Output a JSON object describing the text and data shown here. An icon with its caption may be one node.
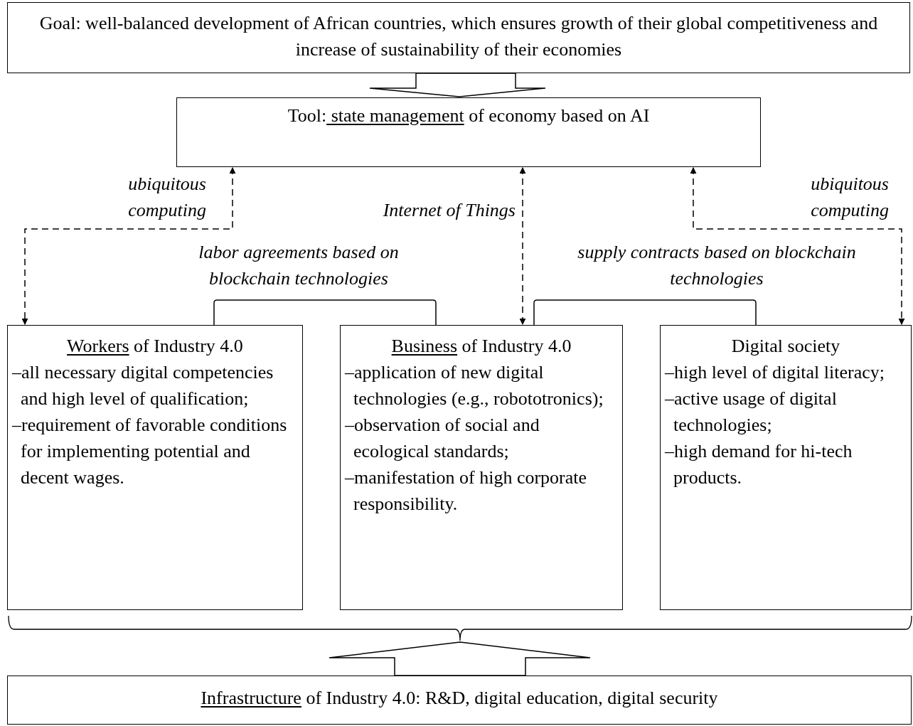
{
  "diagram": {
    "nodes": [
      {
        "text": [
          "Goal: well-balanced development of African countries, which ensures growth of their global competitiveness and increase of sustainability of their economies"
        ]
      },
      {
        "text": [
          "Tool: state management of economy based on AI"
        ]
      },
      {
        "text": [
          "Workers of Industry 4.0",
          "–all necessary digital competencies and high level of qualification;",
          "–requirement of favorable conditions for implementing potential and decent wages."
        ]
      },
      {
        "text": [
          "Business of Industry 4.0",
          "–application of new digital technologies (e.g., robototronics);",
          "–observation of social and ecological standards;",
          "–manifestation of high corporate responsibility."
        ]
      },
      {
        "text": [
          "Digital society",
          "–high level of digital literacy;",
          "–active usage of digital technologies;",
          "–high demand for hi-tech products."
        ]
      },
      {
        "text": [
          "Infrastructure of Industry 4.0: R&D, digital education, digital security"
        ]
      }
    ],
    "edges": [
      {
        "from": 0,
        "to": 1,
        "arrow": "to"
      },
      {
        "from": 1,
        "to": 2,
        "arrow": "both",
        "style": "dashed",
        "label": "ubiquitous computing"
      },
      {
        "from": 1,
        "to": 3,
        "arrow": "both",
        "style": "dashed",
        "label": "Internet of Things"
      },
      {
        "from": 1,
        "to": 4,
        "arrow": "both",
        "style": "dashed",
        "label": "ubiquitous computing"
      },
      {
        "from": 2,
        "to": 3,
        "arrow": "none",
        "label": "labor agreements based on blockchain technologies"
      },
      {
        "from": 3,
        "to": 4,
        "arrow": "none",
        "label": "supply contracts based on blockchain technologies"
      },
      {
        "from": 5,
        "to": null,
        "arrow": "to"
      }
    ]
  }
}
